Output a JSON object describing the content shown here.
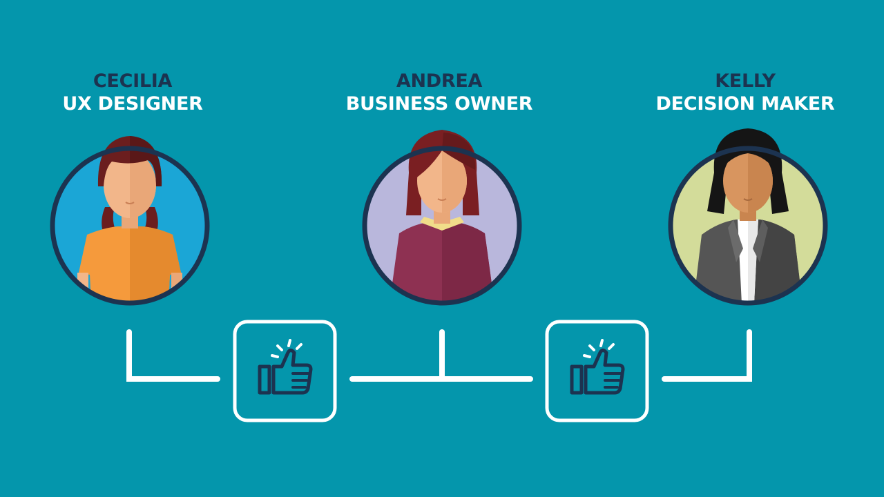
{
  "colors": {
    "background": "#0496ac",
    "name_text": "#1c3350",
    "role_text": "#ffffff",
    "ring": "#1c3350",
    "connector": "#ffffff",
    "thumb_icon": "#1c3350"
  },
  "people": [
    {
      "name": "CECILIA",
      "role": "UX DESIGNER",
      "circle_color": "#1ba6d6",
      "hair_color": "#6b1e1e",
      "shirt_color": "#f59a3c",
      "skin_color": "#f2b68a"
    },
    {
      "name": "ANDREA",
      "role": "BUSINESS OWNER",
      "circle_color": "#b9b7dc",
      "hair_color": "#7a1f22",
      "shirt_color": "#8e3152",
      "skin_color": "#f2b68a"
    },
    {
      "name": "KELLY",
      "role": "DECISION MAKER",
      "circle_color": "#d3dc9a",
      "hair_color": "#151515",
      "shirt_color": "#4a4a4a",
      "skin_color": "#d8955f"
    }
  ],
  "approvals": [
    {
      "icon": "thumbs-up-icon"
    },
    {
      "icon": "thumbs-up-icon"
    }
  ]
}
